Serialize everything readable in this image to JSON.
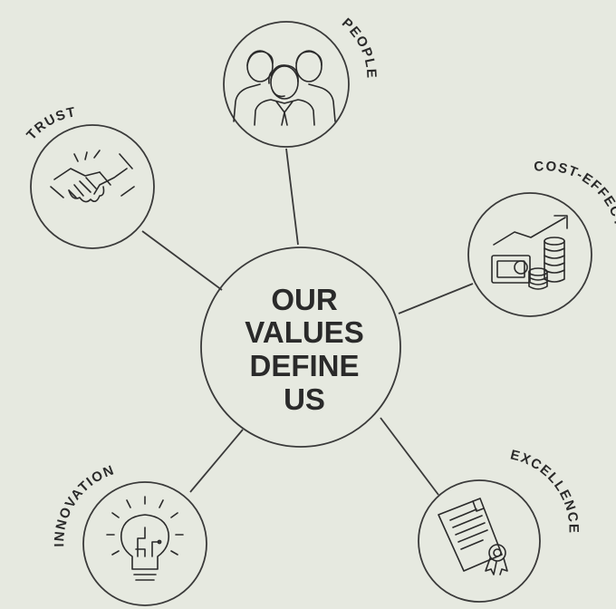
{
  "center": {
    "lines": [
      "OUR",
      "VALUES",
      "DEFINE",
      "US"
    ]
  },
  "values": [
    {
      "label": "PEOPLE",
      "icon": "people-icon"
    },
    {
      "label": "TRUST",
      "icon": "handshake-icon"
    },
    {
      "label": "COST-EFFECTIVE",
      "icon": "money-growth-icon"
    },
    {
      "label": "INNOVATION",
      "icon": "lightbulb-icon"
    },
    {
      "label": "EXCELLENCE",
      "icon": "certificate-icon"
    }
  ],
  "colors": {
    "background": "#e6e9e0",
    "stroke": "#3a3a3a",
    "text": "#2a2a2a"
  }
}
